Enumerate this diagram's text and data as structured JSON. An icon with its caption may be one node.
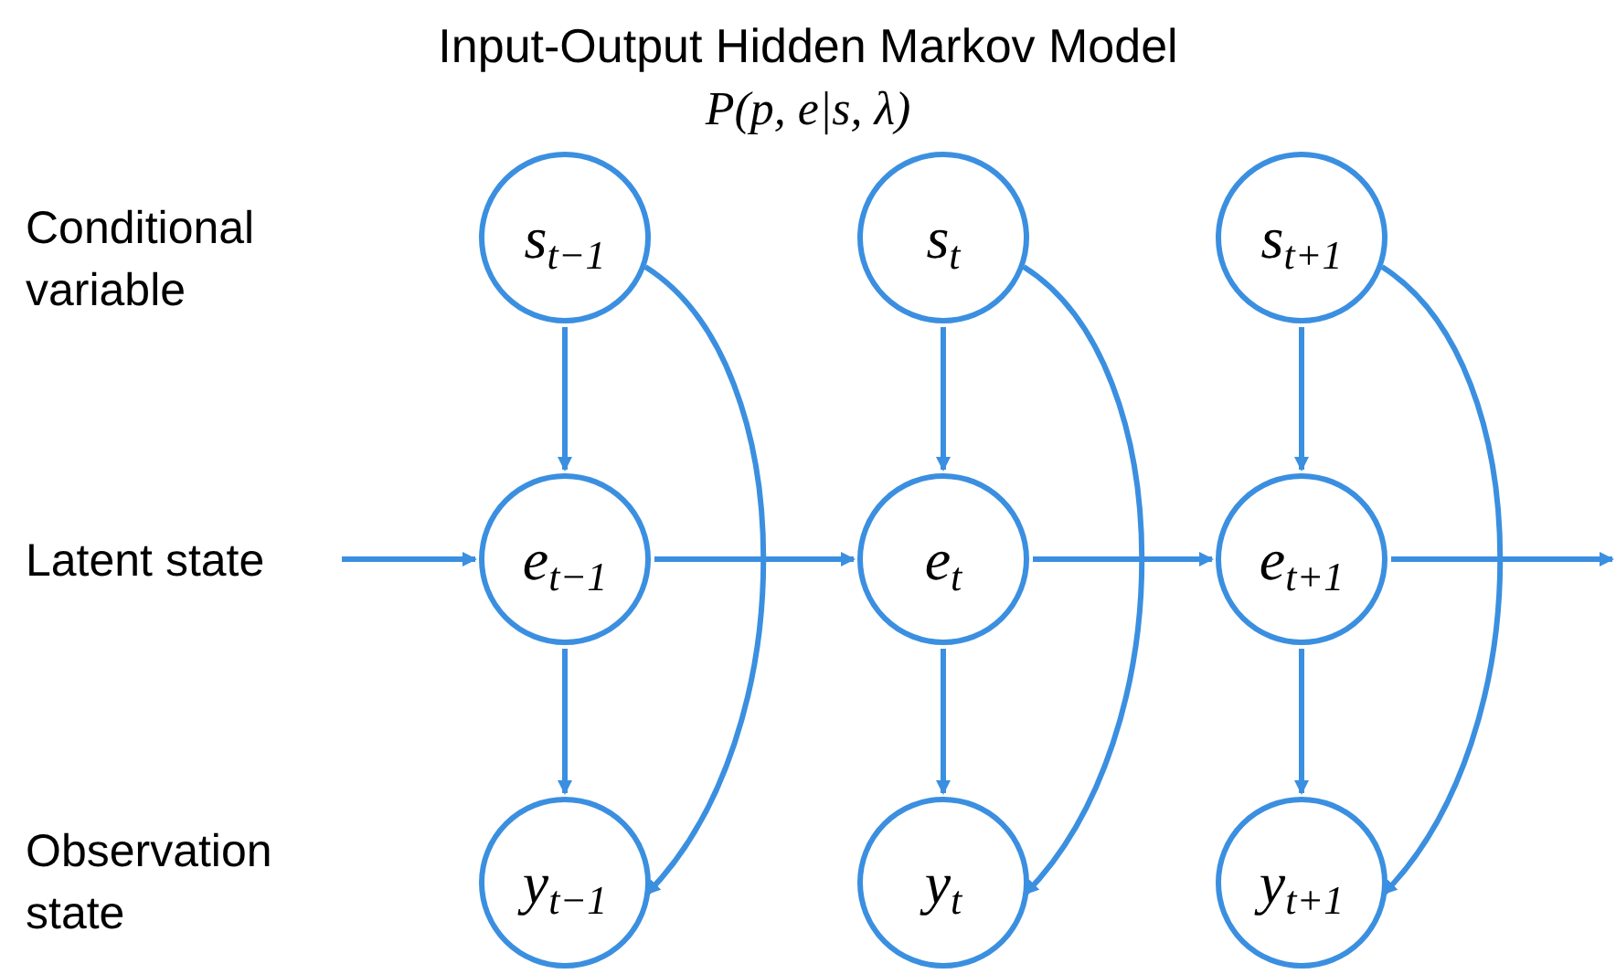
{
  "diagram": {
    "title": "Input-Output Hidden Markov Model",
    "nodes": [
      {
        "text": [
          "s$_{t−1}$"
        ]
      },
      {
        "text": [
          "s$_{t}$"
        ]
      },
      {
        "text": [
          "s$_{t+1}$"
        ]
      },
      {
        "text": [
          "e$_{t−1}$"
        ]
      },
      {
        "text": [
          "e$_{t}$"
        ]
      },
      {
        "text": [
          "e$_{t+1}$"
        ]
      },
      {
        "text": [
          "y$_{t−1}$"
        ]
      },
      {
        "text": [
          "y$_{t}$"
        ]
      },
      {
        "text": [
          "y$_{t+1}$"
        ]
      }
    ],
    "edges": [
      {
        "from": 0,
        "to": 3,
        "arrow": "to"
      },
      {
        "from": 0,
        "to": 6,
        "arrow": "to"
      },
      {
        "from": 3,
        "to": 6,
        "arrow": "to"
      },
      {
        "from": 1,
        "to": 4,
        "arrow": "to"
      },
      {
        "from": 1,
        "to": 7,
        "arrow": "to"
      },
      {
        "from": 4,
        "to": 7,
        "arrow": "to"
      },
      {
        "from": 2,
        "to": 5,
        "arrow": "to"
      },
      {
        "from": 2,
        "to": 8,
        "arrow": "to"
      },
      {
        "from": 5,
        "to": 8,
        "arrow": "to"
      },
      {
        "from": null,
        "to": 3,
        "arrow": "to"
      },
      {
        "from": 3,
        "to": 4,
        "arrow": "to"
      },
      {
        "from": 4,
        "to": 5,
        "arrow": "to"
      },
      {
        "from": 5,
        "to": null,
        "arrow": "to"
      }
    ],
    "labels": [
      "P(p, e|s, λ)",
      "Conditional variable",
      "Latent state",
      "Observation state"
    ]
  }
}
